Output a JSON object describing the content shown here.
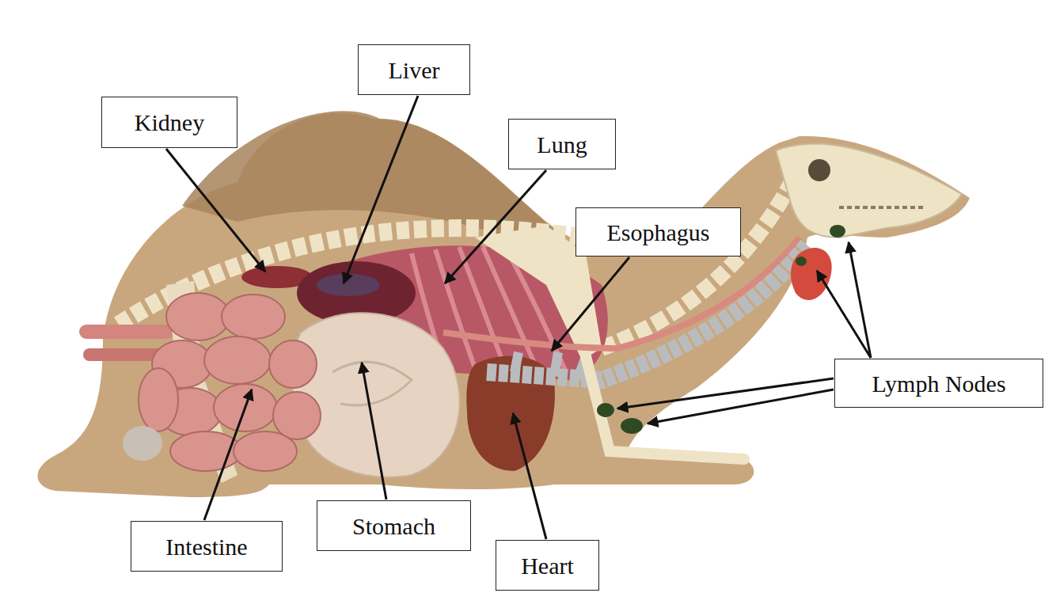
{
  "diagram": {
    "nodes": [
      {
        "text": [
          "Liver"
        ]
      },
      {
        "text": [
          "Kidney"
        ]
      },
      {
        "text": [
          "Lung"
        ]
      },
      {
        "text": [
          "Esophagus"
        ]
      },
      {
        "text": [
          "Lymph Nodes"
        ]
      },
      {
        "text": [
          "Stomach"
        ]
      },
      {
        "text": [
          "Intestine"
        ]
      },
      {
        "text": [
          "Heart"
        ]
      }
    ]
  }
}
